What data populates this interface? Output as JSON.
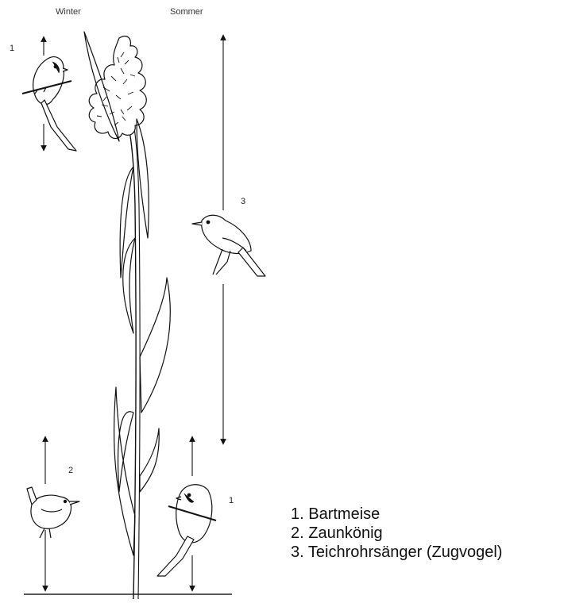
{
  "header": {
    "winter_label": "Winter",
    "summer_label": "Sommer"
  },
  "markers": {
    "bird_top_left": "1",
    "bird_middle": "3",
    "bird_bottom_left": "2",
    "bird_bottom_right": "1"
  },
  "legend": {
    "items": [
      "1. Bartmeise",
      "2. Zaunkönig",
      "3. Teichrohrsänger (Zugvogel)"
    ]
  },
  "colors": {
    "ink": "#111111",
    "background": "#ffffff"
  }
}
